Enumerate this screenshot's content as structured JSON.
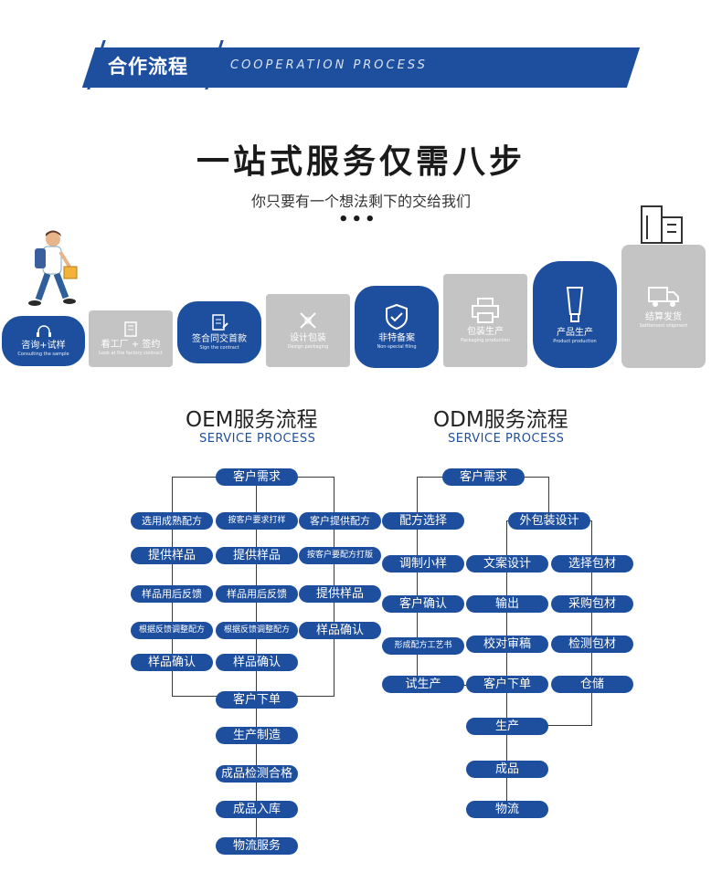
{
  "header": {
    "title": "合作流程",
    "subtitle": "COOPERATION PROCESS"
  },
  "headline": "一站式服务仅需八步",
  "subheadline": "你只要有一个想法剩下的交给我们",
  "dots": "•••",
  "steps": [
    {
      "title": "咨询+试样",
      "en": "Consulting the sample",
      "icon": "headset-icon"
    },
    {
      "title": "看工厂 + 签约",
      "en": "Look at the factory contract",
      "icon": "building-icon"
    },
    {
      "title": "签合同交首款",
      "en": "Sign the contract",
      "icon": "contract-icon"
    },
    {
      "title": "设计包装",
      "en": "Design packaging",
      "icon": "design-tools-icon"
    },
    {
      "title": "非特备案",
      "en": "Non-special filing",
      "icon": "shield-check-icon"
    },
    {
      "title": "包装生产",
      "en": "Packaging production",
      "icon": "printer-icon"
    },
    {
      "title": "产品生产",
      "en": "Product production",
      "icon": "tube-icon"
    },
    {
      "title": "结算发货",
      "en": "Settlement shipment",
      "icon": "truck-icon"
    }
  ],
  "oem": {
    "title": "OEM服务流程",
    "subtitle": "SERVICE PROCESS",
    "top": "客户需求",
    "col1": [
      "选用成熟配方",
      "提供样品",
      "样品用后反馈",
      "根据反馈调整配方",
      "样品确认"
    ],
    "col2": [
      "按客户要求打样",
      "提供样品",
      "样品用后反馈",
      "根据反馈调整配方",
      "样品确认"
    ],
    "col3": [
      "客户提供配方",
      "按客户要配方打版",
      "提供样品",
      "样品确认"
    ],
    "bottom": [
      "客户下单",
      "生产制造",
      "成品检测合格",
      "成品入库",
      "物流服务"
    ]
  },
  "odm": {
    "title": "ODM服务流程",
    "subtitle": "SERVICE PROCESS",
    "top": "客户需求",
    "left": [
      "配方选择",
      "调制小样",
      "客户确认",
      "形成配方工艺书",
      "试生产"
    ],
    "pack": "外包装设计",
    "mid": [
      "文案设计",
      "输出",
      "校对审稿",
      "客户下单"
    ],
    "right": [
      "选择包材",
      "采购包材",
      "检测包材",
      "仓储"
    ],
    "bottom": [
      "生产",
      "成品",
      "物流"
    ]
  },
  "colors": {
    "brand_blue": "#1e4f9e",
    "step_grey": "#c4c4c4",
    "line": "#3a3a3a"
  }
}
